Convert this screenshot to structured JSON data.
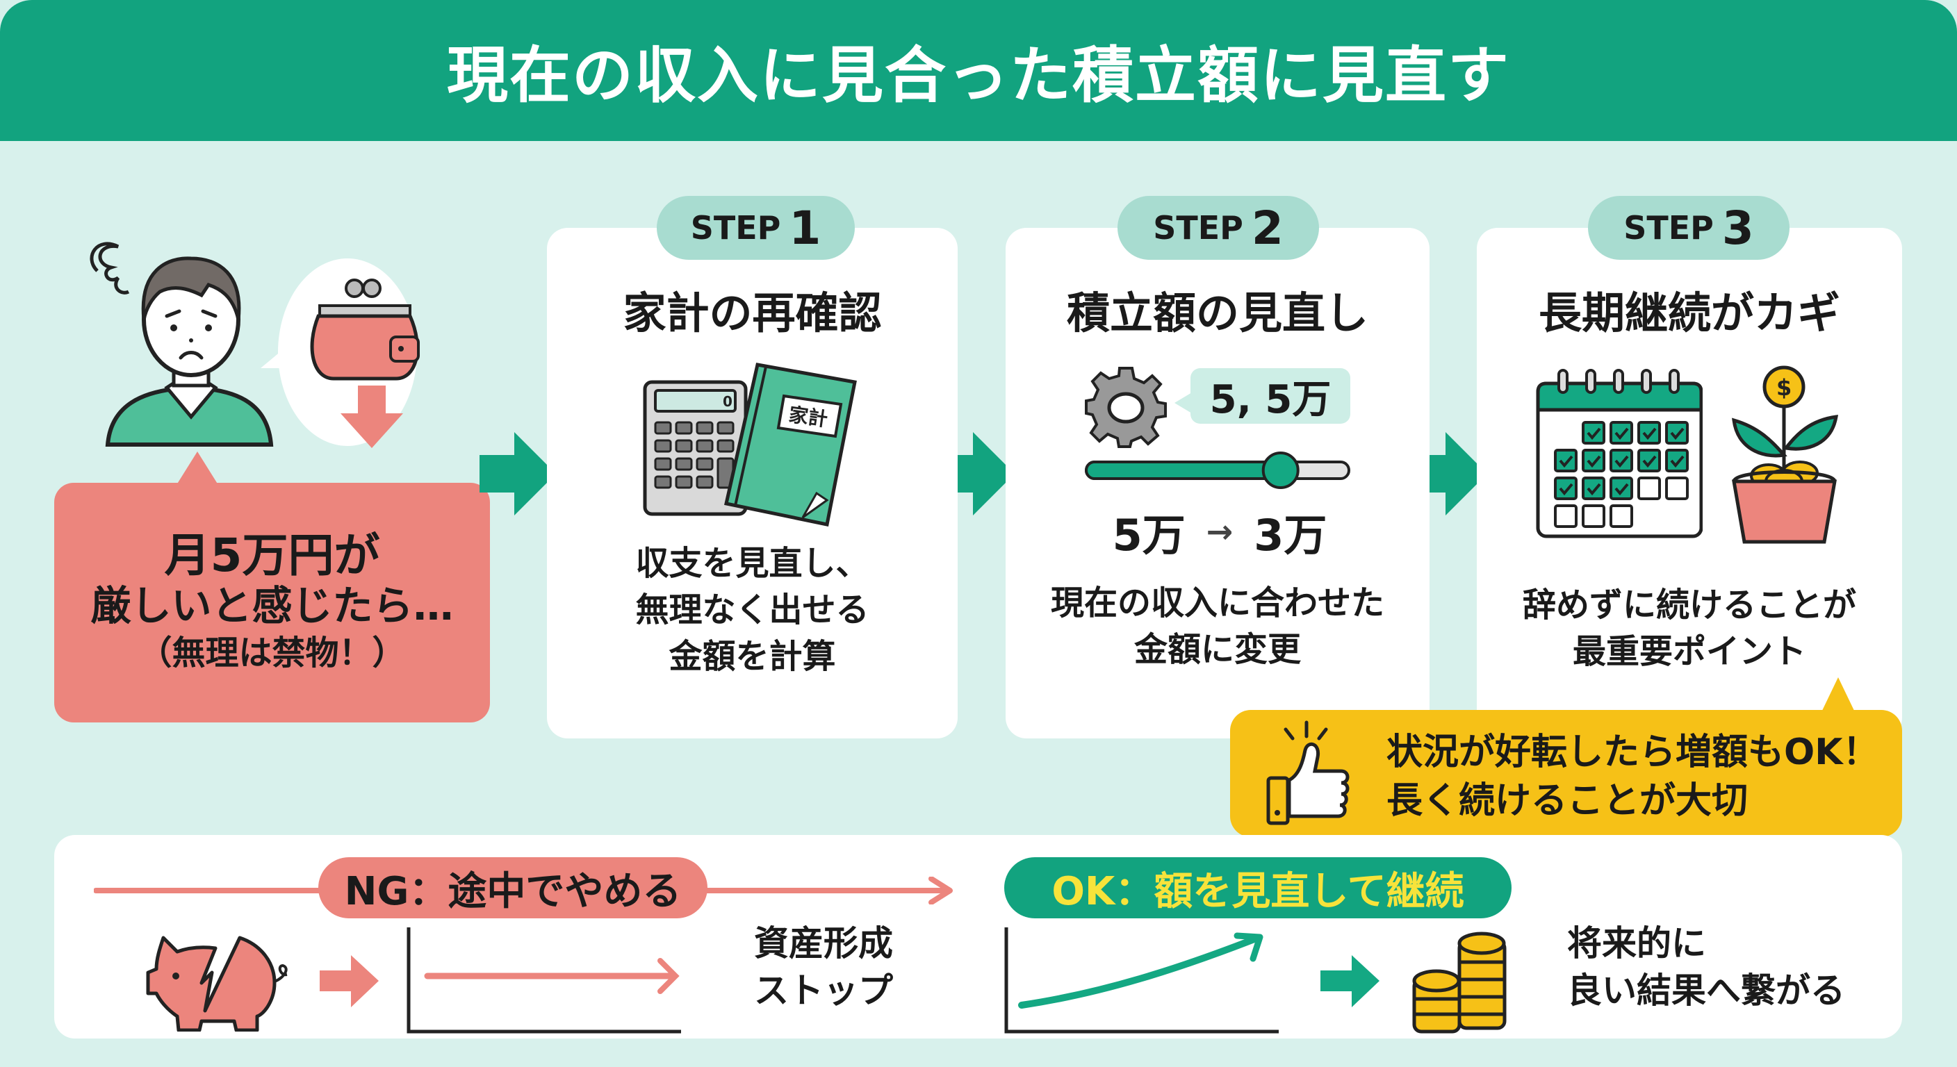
{
  "header": {
    "title": "現在の収入に見合った積立額に見直す"
  },
  "colors": {
    "primary_green": "#12a37f",
    "mint_background": "#d8f1ec",
    "step_pill": "#a8dcd0",
    "pink": "#ec857d",
    "yellow": "#f6c117",
    "ok_text_yellow": "#f7e33b"
  },
  "intro": {
    "line1": "月5万円が",
    "line2": "厳しいと感じたら…",
    "line3": "（無理は禁物！）",
    "icons": [
      "worried-person-icon",
      "coin-purse-icon",
      "down-arrow-icon"
    ]
  },
  "steps": [
    {
      "step_word": "STEP",
      "step_num": "1",
      "title": "家計の再確認",
      "notebook_label": "家計",
      "calculator_display": "0",
      "desc": [
        "収支を見直し、",
        "無理なく出せる",
        "金額を計算"
      ],
      "icons": [
        "calculator-icon",
        "household-ledger-icon"
      ]
    },
    {
      "step_word": "STEP",
      "step_num": "2",
      "title": "積立額の見直し",
      "badge": "5, 5万",
      "slider_fraction": 0.74,
      "change_from": "5万",
      "change_arrow": "→",
      "change_to": "3万",
      "desc": [
        "現在の収入に合わせた",
        "金額に変更"
      ],
      "icons": [
        "gear-icon",
        "slider-icon"
      ]
    },
    {
      "step_word": "STEP",
      "step_num": "3",
      "title": "長期継続がカギ",
      "calendar": {
        "checked_days": 12,
        "total_days": 17
      },
      "desc": [
        "辞めずに続けることが",
        "最重要ポイント"
      ],
      "icons": [
        "calendar-check-icon",
        "money-plant-icon"
      ]
    }
  ],
  "callout": {
    "line1": "状況が好転したら増額もOK！",
    "line2": "長く続けることが大切",
    "icon": "thumbs-up-icon"
  },
  "bottom": {
    "ng": {
      "label": "NG：途中でやめる",
      "result": [
        "資産形成",
        "ストップ"
      ],
      "icons": [
        "broken-piggy-bank-icon",
        "flat-line-chart-icon"
      ]
    },
    "ok": {
      "label": "OK：額を見直して継続",
      "result": [
        "将来的に",
        "良い結果へ繋がる"
      ],
      "icons": [
        "growth-curve-chart-icon",
        "coin-stack-icon"
      ]
    }
  }
}
